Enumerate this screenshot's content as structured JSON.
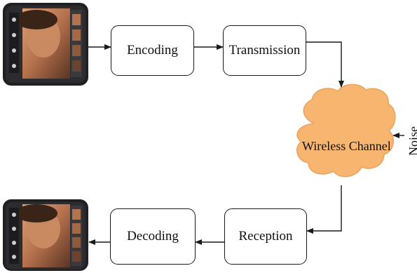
{
  "nodes": {
    "encoding": "Encoding",
    "transmission": "Transmission",
    "channel": "Wireless Channel",
    "reception": "Reception",
    "decoding": "Decoding",
    "noise": "Noise"
  },
  "colors": {
    "cloud_fill": "#F8B56F",
    "cloud_stroke": "#E8A45E",
    "stroke": "#1a1a1a"
  },
  "icons": {
    "source_device": "smartphone-video-icon",
    "sink_device": "smartphone-video-icon"
  }
}
